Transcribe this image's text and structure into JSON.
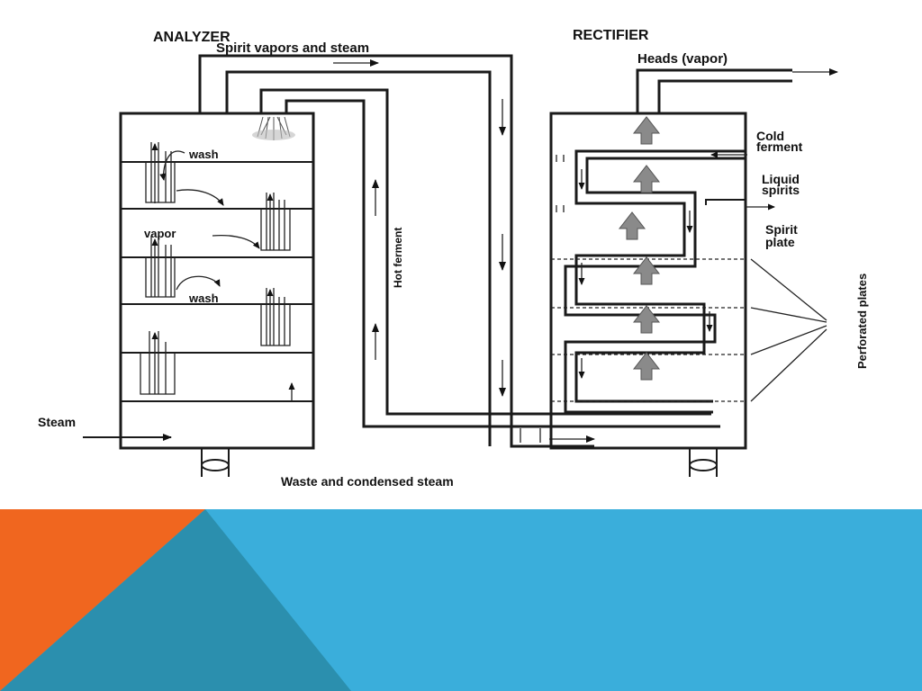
{
  "slide": {
    "colors": {
      "background": "#ffffff",
      "footer_blue": "#3aaedb",
      "footer_orange": "#f0661f",
      "footer_teal": "#2b8fae"
    }
  },
  "diagram": {
    "labels": {
      "analyzer": "ANALYZER",
      "rectifier": "RECTIFIER",
      "spirit_vapors": "Spirit vapors and steam",
      "heads": "Heads (vapor)",
      "cold_ferment_1": "Cold",
      "cold_ferment_2": "ferment",
      "liquid_spirits_1": "Liquid",
      "liquid_spirits_2": "spirits",
      "spirit_plate_1": "Spirit",
      "spirit_plate_2": "plate",
      "perforated_plates": "Perforated plates",
      "hot_ferment": "Hot ferment",
      "wash_1": "wash",
      "vapor": "vapor",
      "wash_2": "wash",
      "steam": "Steam",
      "waste": "Waste and condensed steam"
    }
  }
}
